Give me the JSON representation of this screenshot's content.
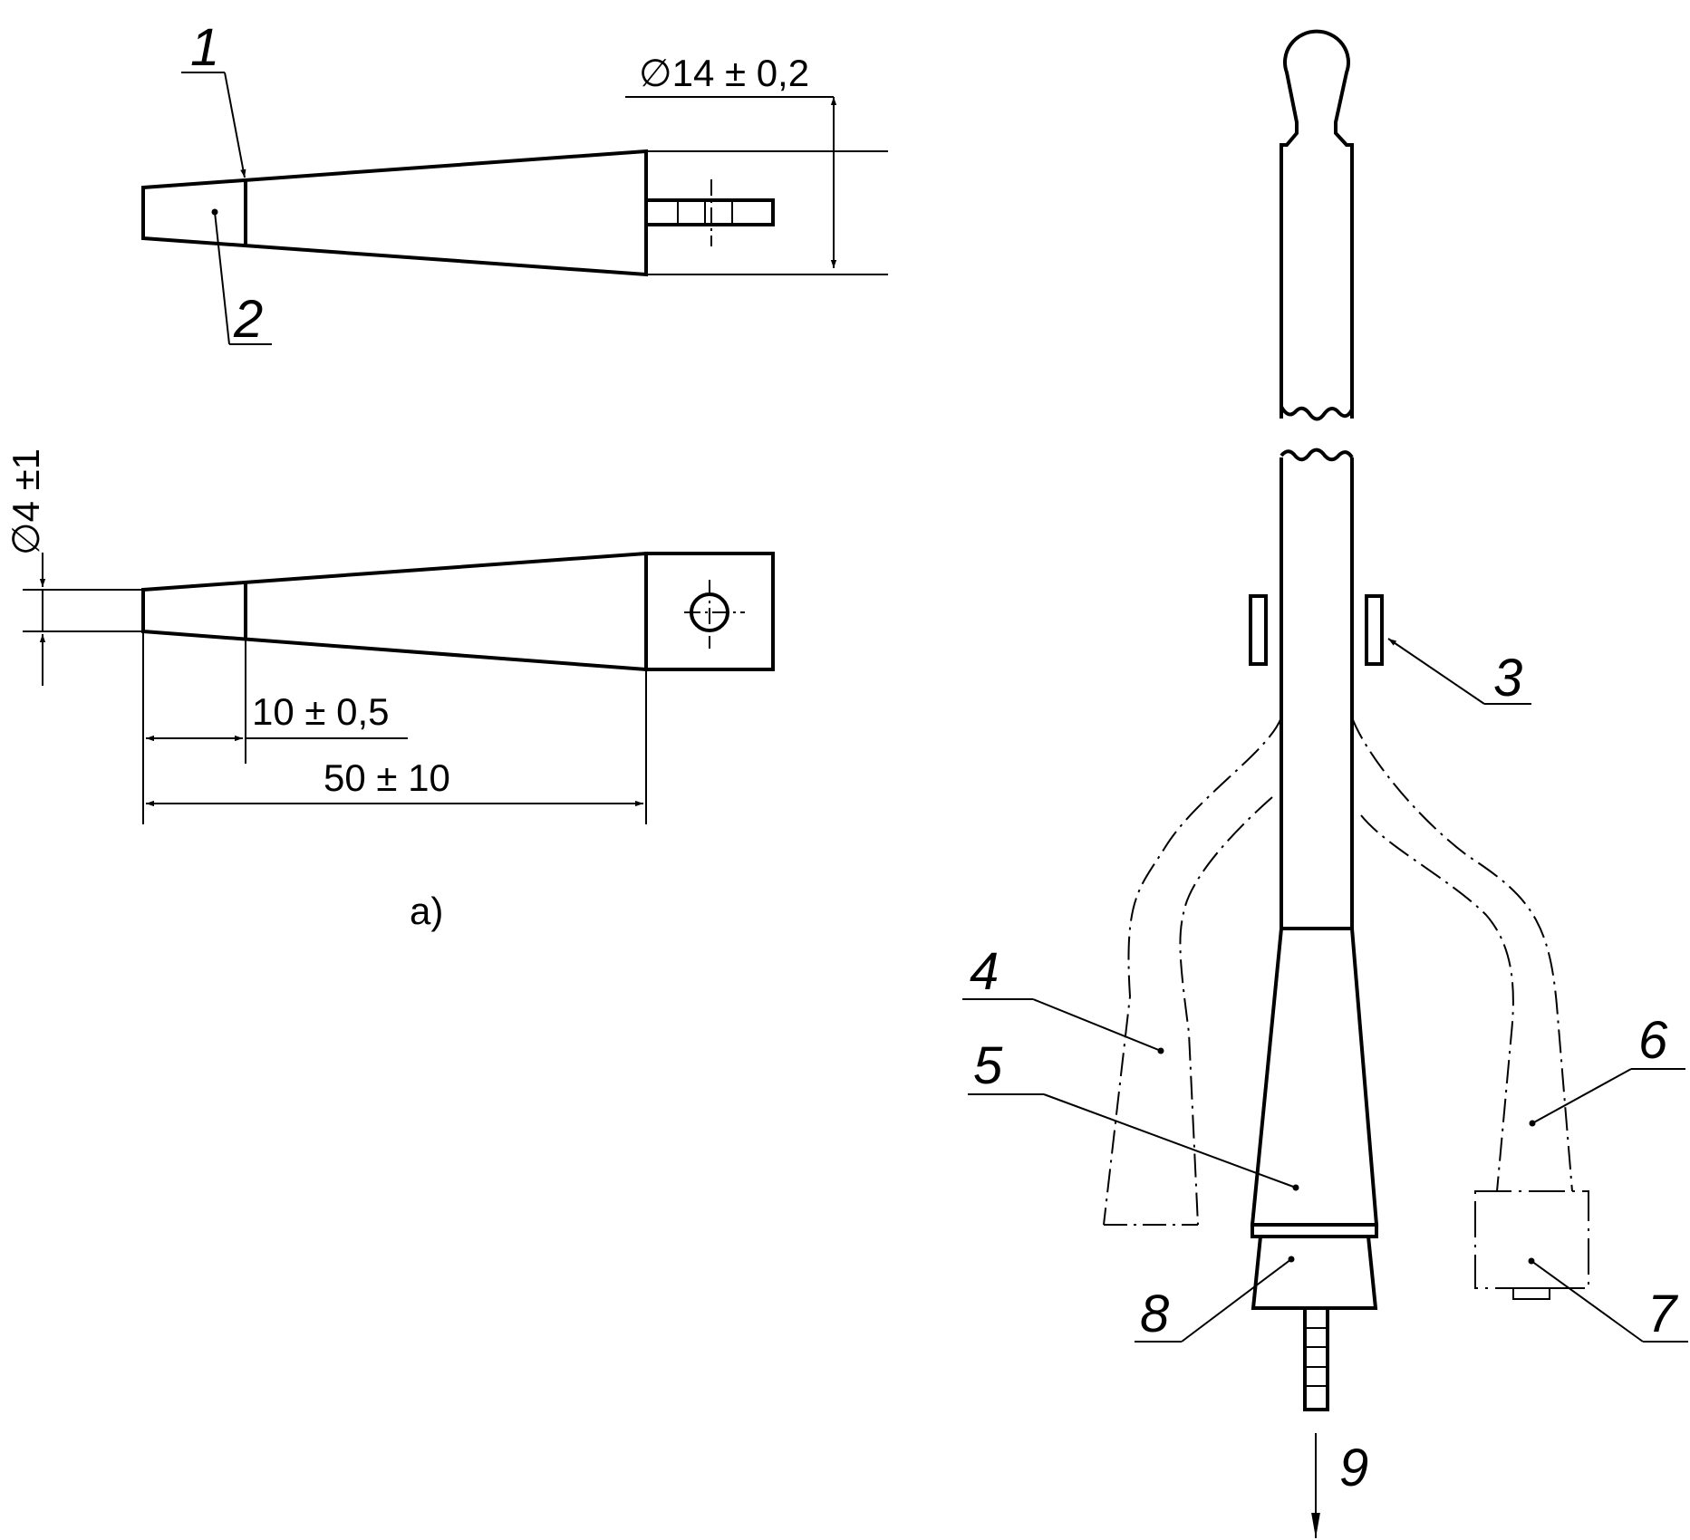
{
  "figure": {
    "caption": "a)"
  },
  "dimensions": {
    "d14": "∅14 ± 0,2",
    "d4": "∅4 ±1",
    "l10": "10 ± 0,5",
    "l50": "50 ± 10"
  },
  "callouts": [
    "1",
    "2",
    "3",
    "4",
    "5",
    "6",
    "7",
    "8",
    "9"
  ]
}
